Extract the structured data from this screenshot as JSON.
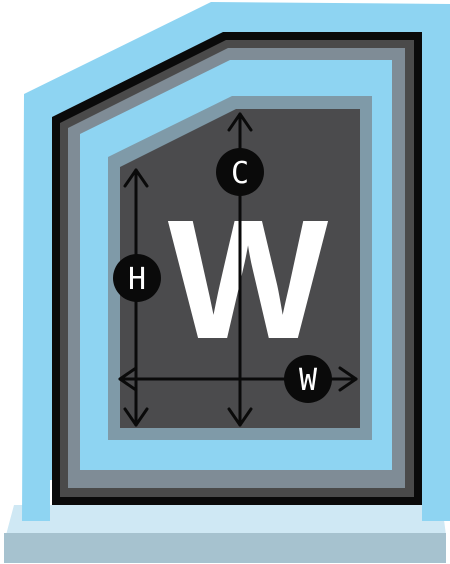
{
  "icon": {
    "center_letter": "W",
    "markers": {
      "c": "C",
      "h": "H",
      "w": "W"
    }
  },
  "colors": {
    "outer_frame": "#8ed4f2",
    "black_frame": "#0a0a0a",
    "dark_gray": "#4a4a4a",
    "mid_gray": "#7f8c96",
    "light_blue": "#8ed4f2",
    "steel": "#7f9aa8",
    "inner_panel": "#4b4b4d",
    "base_top": "#cfe8f4",
    "base_front": "#a6c2cf",
    "arrow": "#0a0a0a",
    "marker_fill": "#0a0a0a",
    "marker_text": "#ffffff"
  }
}
